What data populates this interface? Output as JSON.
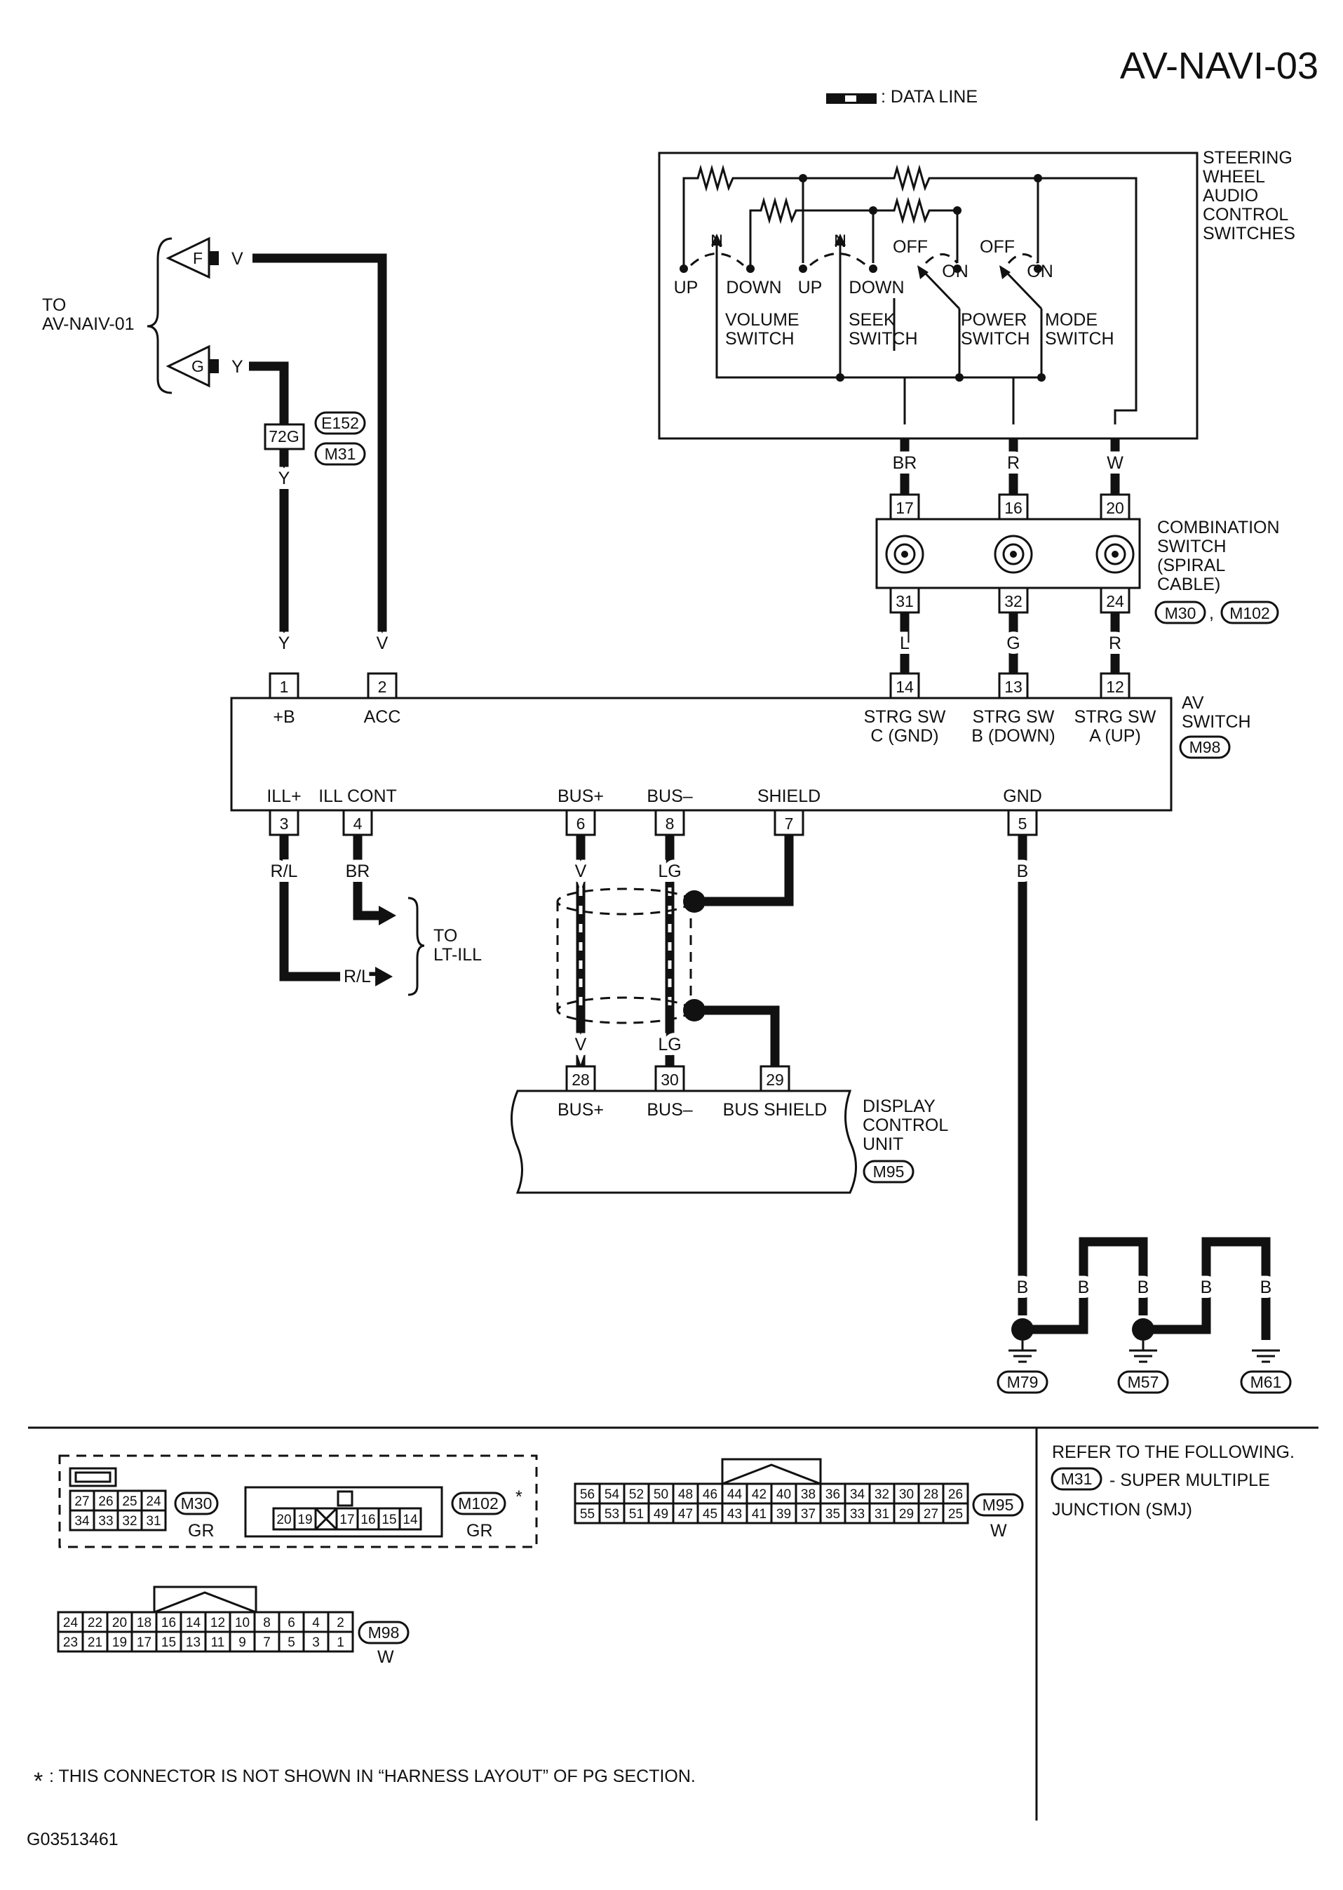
{
  "title": "AV-NAVI-03",
  "legend": {
    "data_line": ": DATA LINE"
  },
  "steering": {
    "name": [
      "STEERING",
      "WHEEL",
      "AUDIO",
      "CONTROL",
      "SWITCHES"
    ],
    "sw_labels": {
      "n": "N",
      "up": "UP",
      "down": "DOWN",
      "off": "OFF",
      "on": "ON"
    },
    "switches": [
      [
        "VOLUME",
        "SWITCH"
      ],
      [
        "SEEK",
        "SWITCH"
      ],
      [
        "POWER",
        "SWITCH"
      ],
      [
        "MODE",
        "SWITCH"
      ]
    ],
    "wires": [
      "BR",
      "R",
      "W"
    ]
  },
  "combination_switch": {
    "name": [
      "COMBINATION",
      "SWITCH",
      "(SPIRAL",
      "CABLE)"
    ],
    "top_pins": [
      "17",
      "16",
      "20"
    ],
    "bottom_pins": [
      "31",
      "32",
      "24"
    ],
    "connectors": [
      "M30",
      "M102"
    ],
    "sep": ","
  },
  "left_refs": {
    "to_label": [
      "TO",
      "AV-NAIV-01"
    ],
    "f": {
      "letter": "F",
      "wire": "V"
    },
    "g": {
      "letter": "G",
      "wire": "Y"
    },
    "junction_pin": "72G",
    "junction_conn": [
      "E152",
      "M31"
    ],
    "y_wire": "Y"
  },
  "av_switch": {
    "name": [
      "AV",
      "SWITCH"
    ],
    "conn": "M98",
    "top_pins": [
      {
        "pin": "1",
        "label": "+B",
        "wire": "Y"
      },
      {
        "pin": "2",
        "label": "ACC",
        "wire": "V"
      },
      {
        "pin": "14",
        "label1": "STRG SW",
        "label2": "C (GND)",
        "wire": "L"
      },
      {
        "pin": "13",
        "label1": "STRG SW",
        "label2": "B (DOWN)",
        "wire": "G"
      },
      {
        "pin": "12",
        "label1": "STRG SW",
        "label2": "A (UP)",
        "wire": "R"
      }
    ],
    "bottom_pins": [
      {
        "pin": "3",
        "label": "ILL+",
        "wire": "R/L"
      },
      {
        "pin": "4",
        "label": "ILL CONT",
        "wire": "BR"
      },
      {
        "pin": "6",
        "label": "BUS+",
        "wire": "V"
      },
      {
        "pin": "8",
        "label": "BUS–",
        "wire": "LG"
      },
      {
        "pin": "7",
        "label": "SHIELD",
        "wire": ""
      },
      {
        "pin": "5",
        "label": "GND",
        "wire": "B"
      }
    ]
  },
  "lt_ill": {
    "label": [
      "TO",
      "LT-ILL"
    ],
    "wire2": "R/L"
  },
  "display": {
    "name": [
      "DISPLAY",
      "CONTROL",
      "UNIT"
    ],
    "conn": "M95",
    "pins": [
      {
        "pin": "28",
        "label": "BUS+",
        "wire": "V"
      },
      {
        "pin": "30",
        "label": "BUS–",
        "wire": "LG"
      },
      {
        "pin": "29",
        "label": "BUS SHIELD",
        "wire": ""
      }
    ]
  },
  "ground": {
    "wire": "B",
    "grounds": [
      "M79",
      "M57",
      "M61"
    ]
  },
  "connector_views": {
    "m30": {
      "conn": "M30",
      "color": "GR",
      "row1": [
        "27",
        "26",
        "25",
        "24"
      ],
      "row2": [
        "34",
        "33",
        "32",
        "31"
      ]
    },
    "m102": {
      "conn": "M102",
      "color": "GR",
      "star": "*",
      "cells": [
        "20",
        "19",
        "",
        "17",
        "16",
        "15",
        "14"
      ]
    },
    "m95": {
      "conn": "M95",
      "color": "W",
      "row1": [
        "56",
        "54",
        "52",
        "50",
        "48",
        "46",
        "44",
        "42",
        "40",
        "38",
        "36",
        "34",
        "32",
        "30",
        "28",
        "26"
      ],
      "row2": [
        "55",
        "53",
        "51",
        "49",
        "47",
        "45",
        "43",
        "41",
        "39",
        "37",
        "35",
        "33",
        "31",
        "29",
        "27",
        "25"
      ]
    },
    "m98": {
      "conn": "M98",
      "color": "W",
      "row1": [
        "24",
        "22",
        "20",
        "18",
        "16",
        "14",
        "12",
        "10",
        "8",
        "6",
        "4",
        "2"
      ],
      "row2": [
        "23",
        "21",
        "19",
        "17",
        "15",
        "13",
        "11",
        "9",
        "7",
        "5",
        "3",
        "1"
      ]
    }
  },
  "refer": {
    "line1": "REFER TO THE FOLLOWING.",
    "conn": "M31",
    "line2": "- SUPER MULTIPLE",
    "line3": "JUNCTION (SMJ)"
  },
  "footnote": {
    "star": "*",
    "text": ": THIS CONNECTOR IS NOT SHOWN IN “HARNESS LAYOUT” OF PG SECTION."
  },
  "figure_id": "G03513461"
}
